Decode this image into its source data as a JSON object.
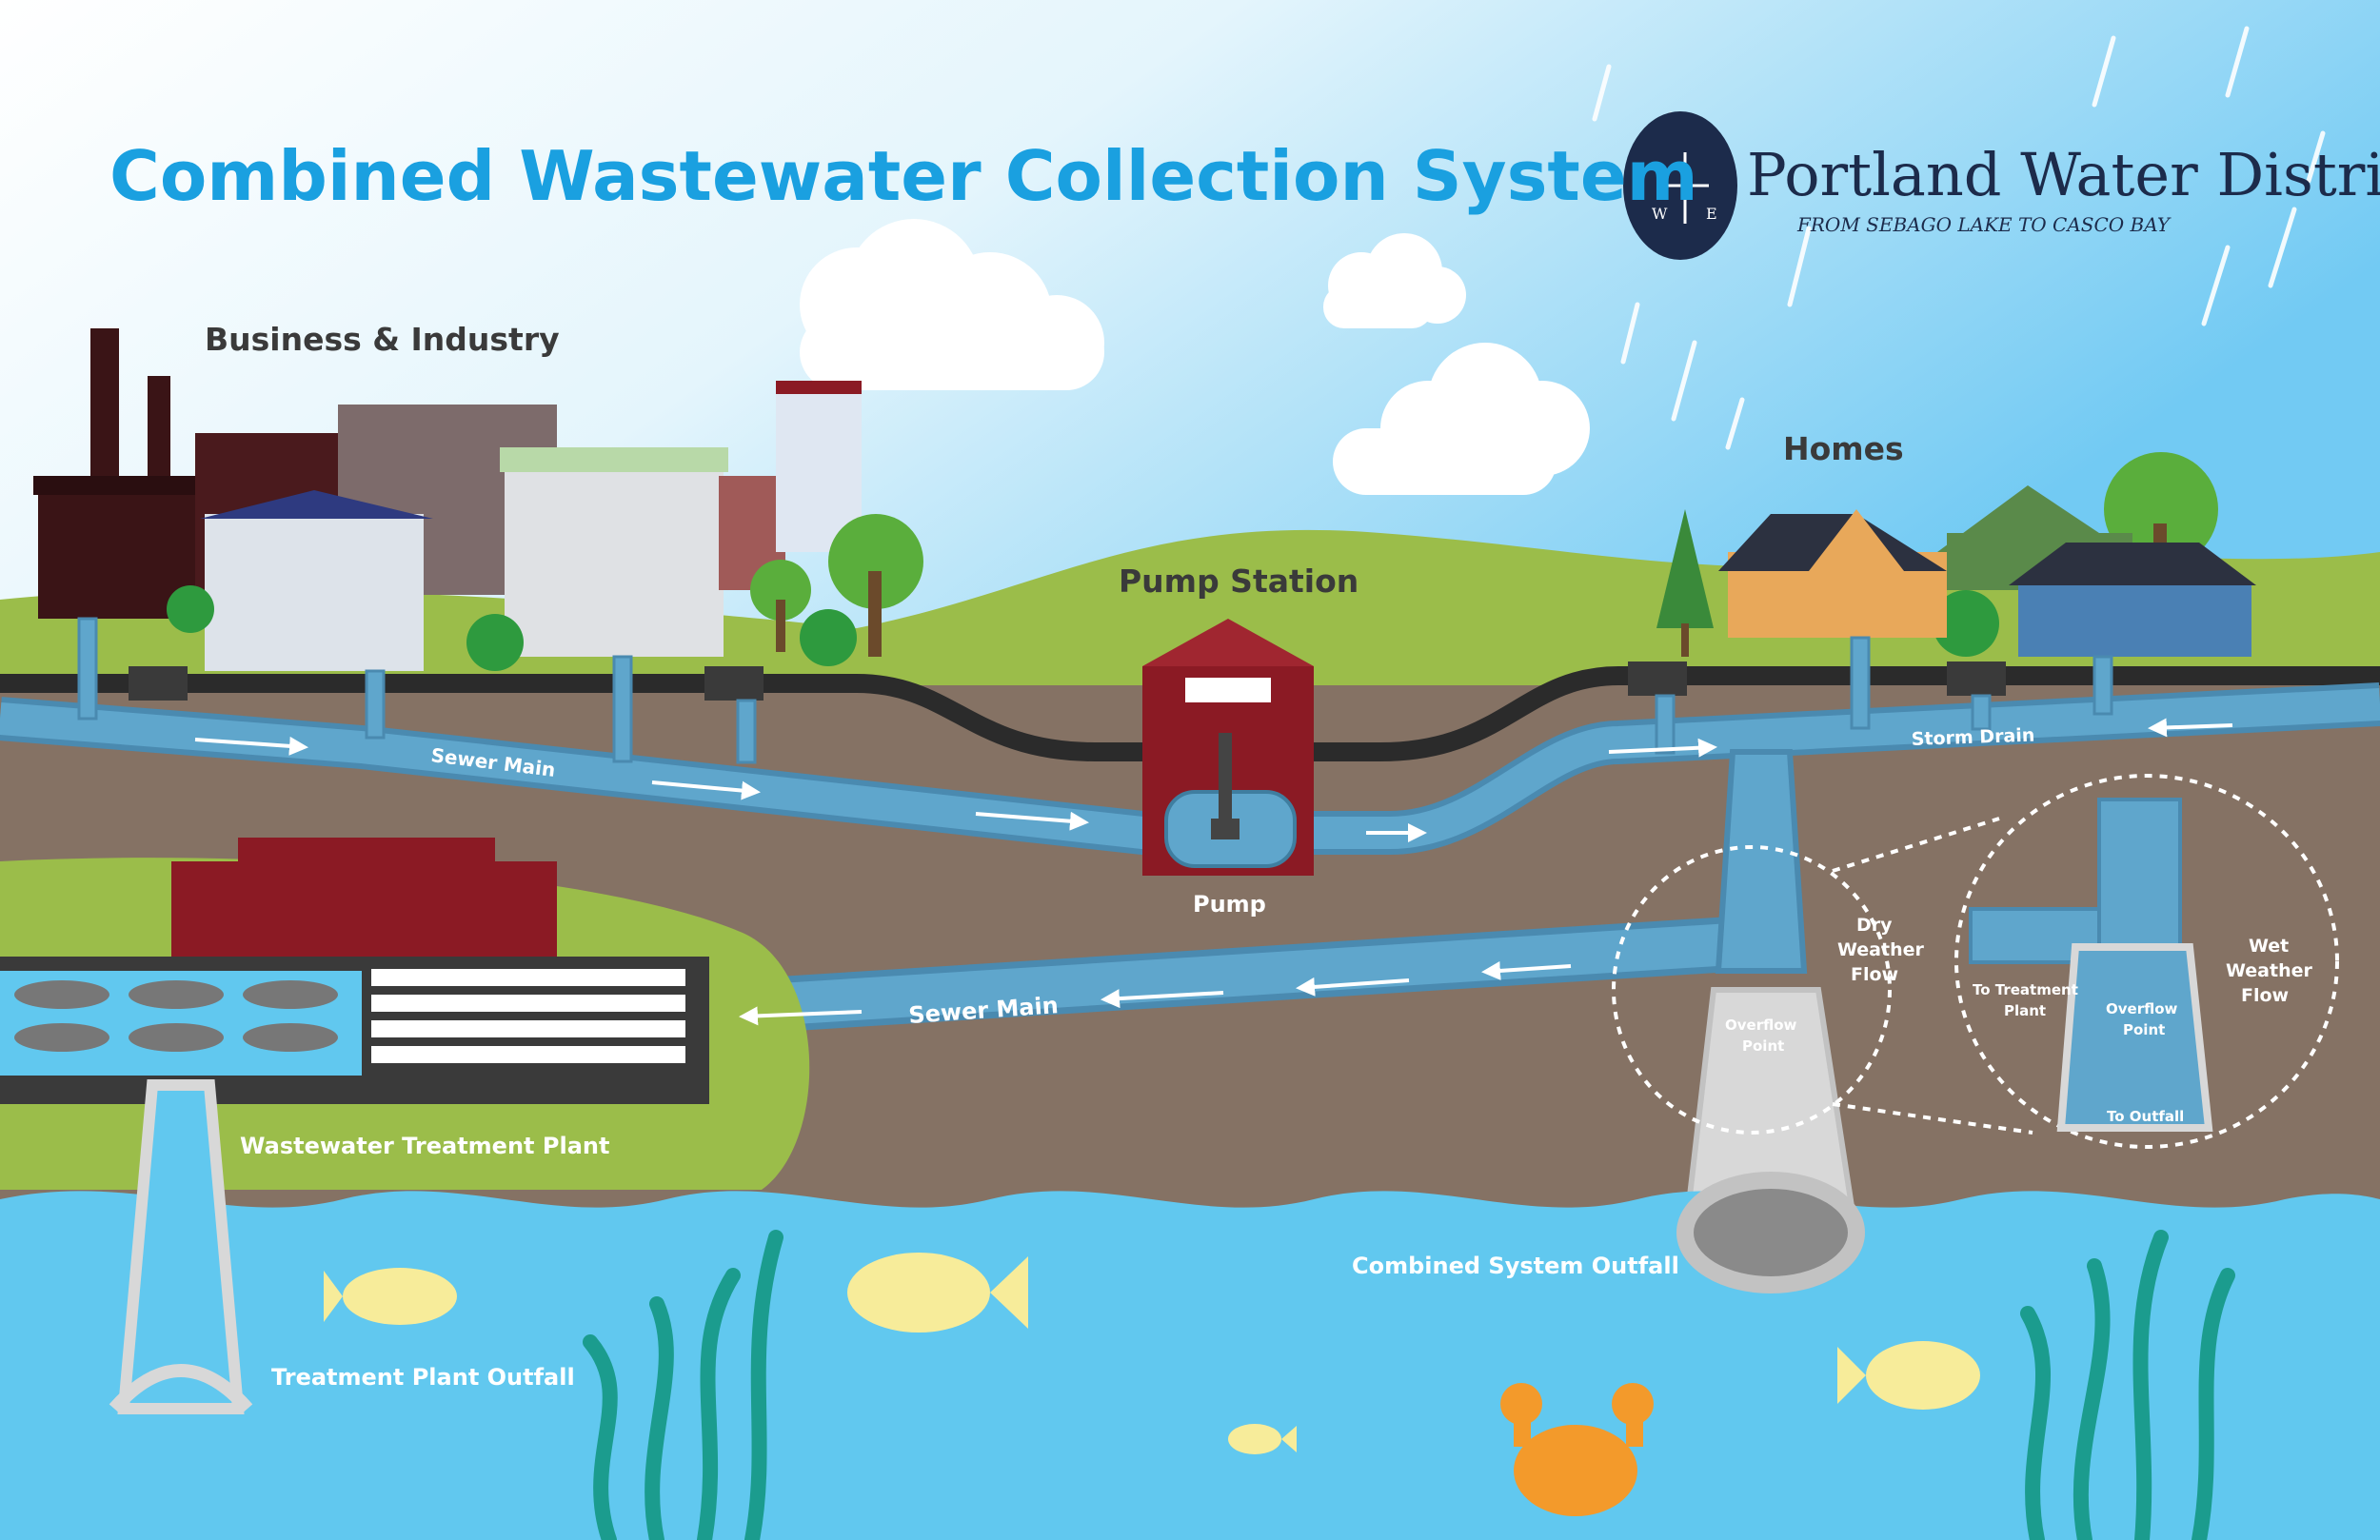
{
  "title": "Combined Wastewater Collection System",
  "org": {
    "name": "Portland Water District",
    "tagline": "FROM SEBAGO LAKE TO CASCO BAY",
    "compass_w": "W",
    "compass_e": "E"
  },
  "labels": {
    "business": "Business & Industry",
    "homes": "Homes",
    "pump_station": "Pump Station",
    "pump": "Pump",
    "sewer_main_upper": "Sewer Main",
    "sewer_main_lower": "Sewer Main",
    "storm_drain": "Storm Drain",
    "dry_weather": [
      "Dry",
      "Weather",
      "Flow"
    ],
    "wet_weather": [
      "Wet",
      "Weather",
      "Flow"
    ],
    "overflow_point_left": [
      "Overflow",
      "Point"
    ],
    "overflow_point_right": [
      "Overflow",
      "Point"
    ],
    "to_treatment_plant": [
      "To Treatment",
      "Plant"
    ],
    "to_outfall": "To Outfall",
    "wwtp": "Wastewater Treatment Plant",
    "plant_outfall": "Treatment Plant Outfall",
    "combined_outfall": "Combined System Outfall"
  },
  "colors": {
    "title": "#1aa0e0",
    "sky_light": "#ffffff",
    "sky_blue": "#7fd0f5",
    "grass": "#9bbd4a",
    "soil": "#857264",
    "water": "#61c8ef",
    "pipe": "#5a9dc0",
    "pipe_dark": "#3f7ea0",
    "road": "#2b2b2b",
    "brick": "#8b1a24",
    "logo_navy": "#1c2b4b",
    "fish": "#f7ec9a",
    "crab": "#f39a2b",
    "seaweed": "#1b9c8e"
  }
}
